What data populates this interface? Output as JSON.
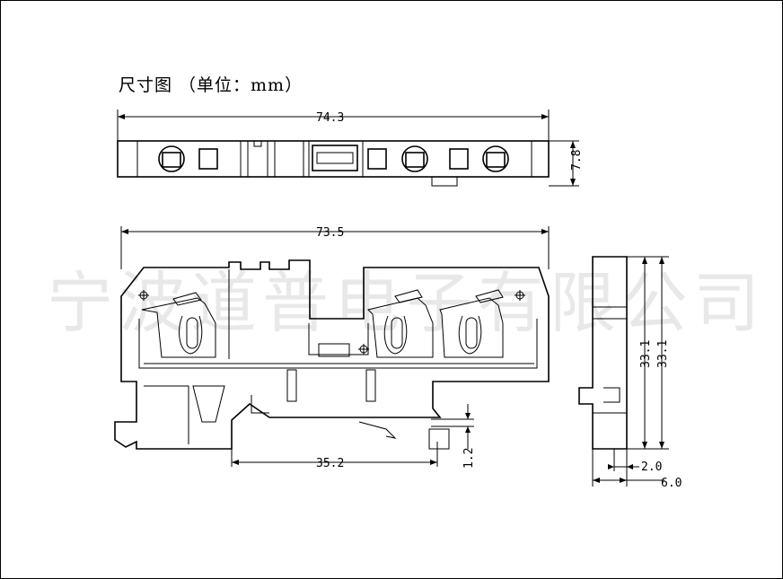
{
  "title": "尺寸图  （单位：mm）",
  "watermark": "宁波道普电子有限公司",
  "dimensions": {
    "top_length": "74.3",
    "top_height": "7.8",
    "front_length": "73.5",
    "rail_span": "35.2",
    "rail_offset": "1.2",
    "side_height_a": "33.1",
    "side_height_b": "33.1",
    "side_width_a": "2.0",
    "side_width_b": "6.0"
  }
}
